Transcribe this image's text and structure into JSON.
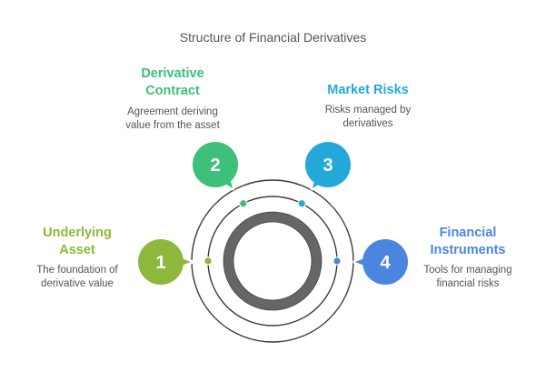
{
  "title": "Structure of Financial Derivatives",
  "items": [
    {
      "number": "1",
      "heading": "Underlying Asset",
      "heading_lines": [
        "Underlying",
        "Asset"
      ],
      "description_lines": [
        "The foundation of",
        "derivative value"
      ],
      "color": "#8DB83B"
    },
    {
      "number": "2",
      "heading": "Derivative Contract",
      "heading_lines": [
        "Derivative",
        "Contract"
      ],
      "description_lines": [
        "Agreement deriving",
        "value from the asset"
      ],
      "color": "#3CC07A"
    },
    {
      "number": "3",
      "heading": "Market Risks",
      "heading_lines": [
        "Market Risks"
      ],
      "description_lines": [
        "Risks managed by",
        "derivatives"
      ],
      "color": "#23A9D8"
    },
    {
      "number": "4",
      "heading": "Financial Instruments",
      "heading_lines": [
        "Financial",
        "Instruments"
      ],
      "description_lines": [
        "Tools for managing",
        "financial risks"
      ],
      "color": "#4A86E0"
    }
  ],
  "ring_color": "#666666",
  "line_color": "#3a3a3a"
}
